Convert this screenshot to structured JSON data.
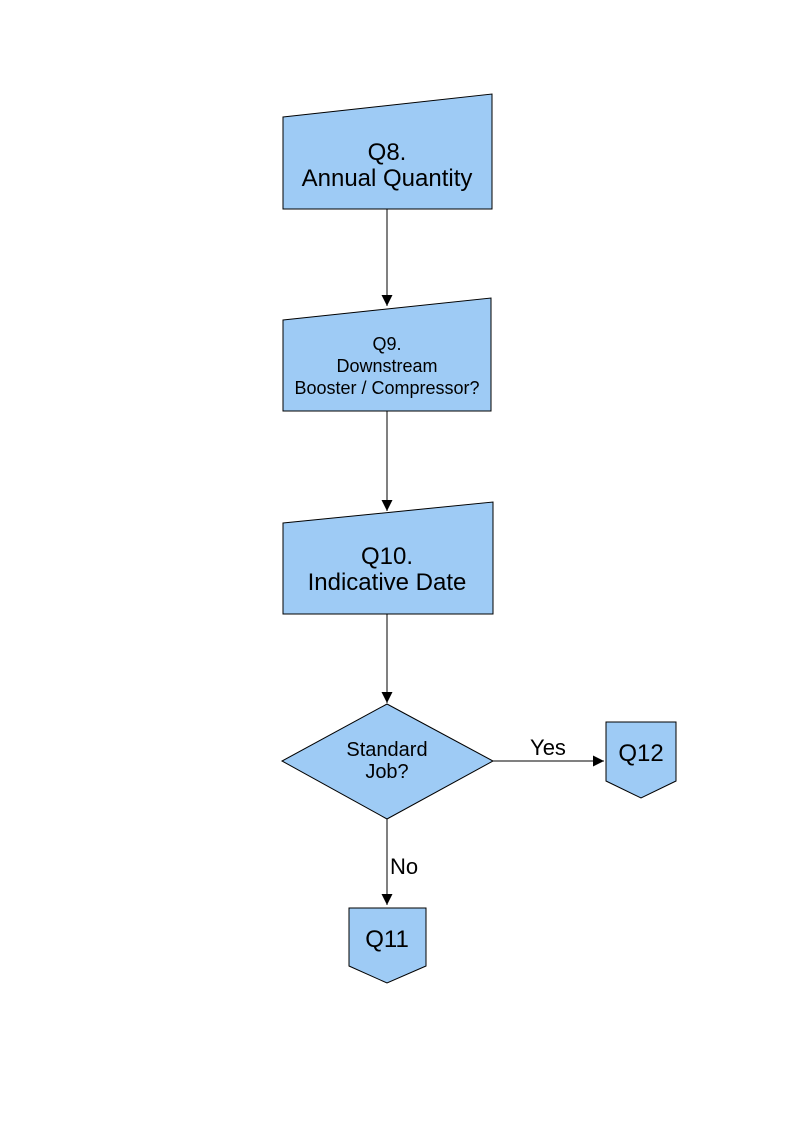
{
  "palette": {
    "shape_fill": "#9ECBF5",
    "shape_border": "#000000",
    "edge_color": "#000000",
    "text_color": "#000000",
    "background": "#FFFFFF"
  },
  "nodes": {
    "q8": {
      "lines": [
        "Q8.",
        "Annual Quantity"
      ]
    },
    "q9": {
      "lines": [
        "Q9.",
        "Downstream",
        "Booster / Compressor?"
      ]
    },
    "q10": {
      "lines": [
        "Q10.",
        "Indicative Date"
      ]
    },
    "decision": {
      "lines": [
        "Standard",
        "Job?"
      ]
    },
    "q11": {
      "label": "Q11"
    },
    "q12": {
      "label": "Q12"
    }
  },
  "edges": {
    "yes_label": "Yes",
    "no_label": "No"
  }
}
